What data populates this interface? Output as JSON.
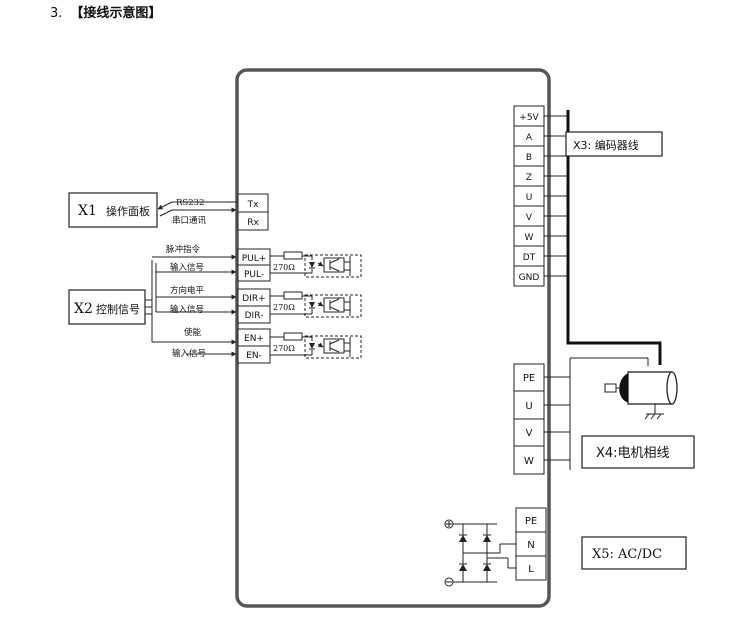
{
  "heading": {
    "number": "3.",
    "title": "【接线示意图】"
  },
  "x1": {
    "label": "X1",
    "name": "操作面板",
    "proto_top": "RS232",
    "proto_bottom": "串口通讯"
  },
  "x2": {
    "label": "X2",
    "name": "控制信号"
  },
  "serial_terminals": [
    "Tx",
    "Rx"
  ],
  "signal_groups": [
    {
      "top_label": "脉冲指令",
      "bottom_label": "输入信号",
      "pins": [
        "PUL+",
        "PUL-"
      ],
      "resistor": "270Ω"
    },
    {
      "top_label": "方向电平",
      "bottom_label": "输入信号",
      "pins": [
        "DIR+",
        "DIR-"
      ],
      "resistor": "270Ω"
    },
    {
      "top_label": "使能",
      "bottom_label": "输入信号",
      "pins": [
        "EN+",
        "EN-"
      ],
      "resistor": "270Ω"
    }
  ],
  "x3": {
    "label": "X3: 编码器线",
    "pins": [
      "+5V",
      "A",
      "B",
      "Z",
      "U",
      "V",
      "W",
      "DT",
      "GND"
    ]
  },
  "x4": {
    "label": "X4:电机相线",
    "pins": [
      "PE",
      "U",
      "V",
      "W"
    ]
  },
  "x5": {
    "label": "X5: AC/DC",
    "pins": [
      "PE",
      "N",
      "L"
    ]
  },
  "colors": {
    "line": "#222222",
    "drive_border": "#555555"
  }
}
